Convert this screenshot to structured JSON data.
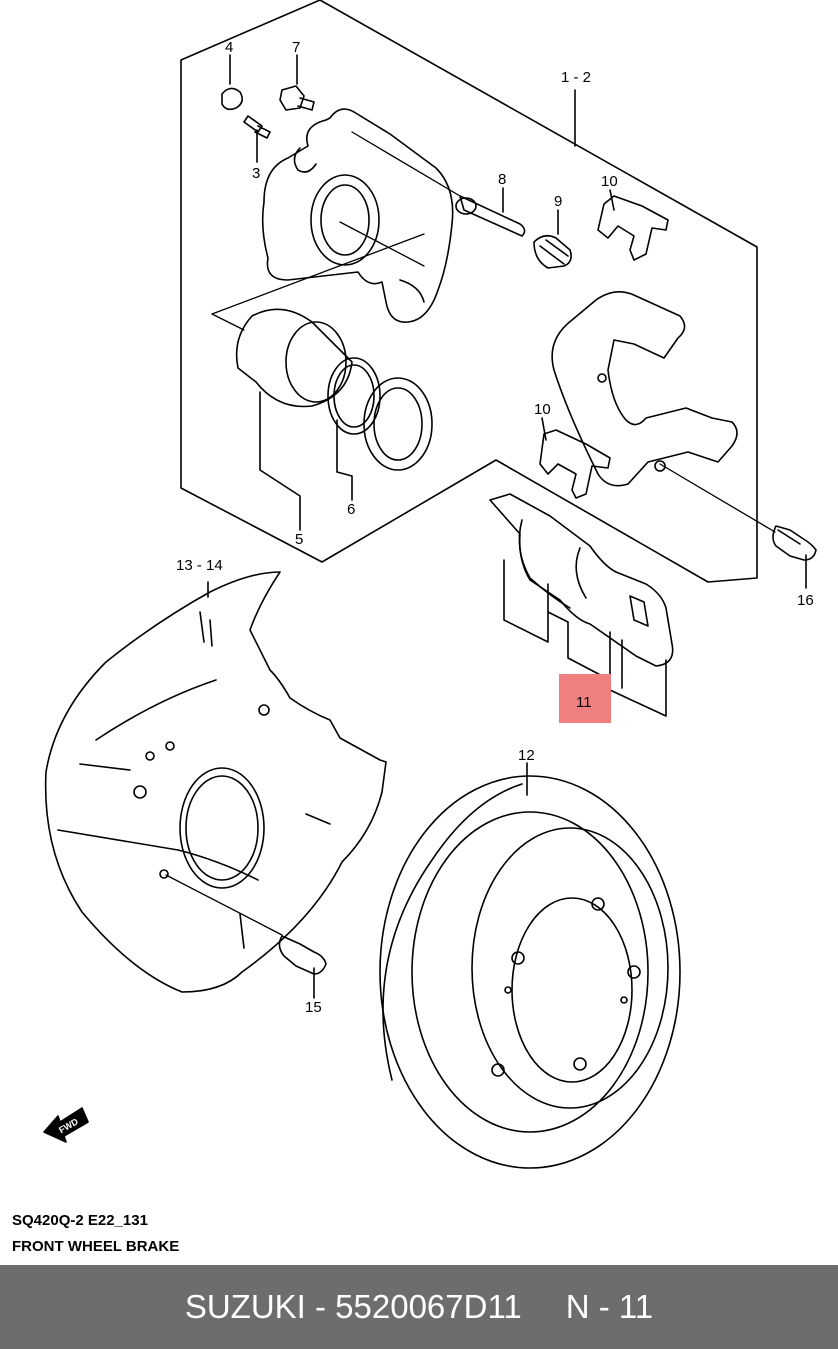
{
  "callouts": {
    "c1_2": "1 - 2",
    "c3": "3",
    "c4": "4",
    "c5": "5",
    "c6": "6",
    "c7": "7",
    "c8": "8",
    "c9": "9",
    "c10a": "10",
    "c10b": "10",
    "c11": "11",
    "c12": "12",
    "c13_14": "13 - 14",
    "c15": "15",
    "c16": "16"
  },
  "fwd_label": "FWD",
  "caption": {
    "code": "SQ420Q-2 E22_131",
    "title": "FRONT WHEEL BRAKE"
  },
  "footer": {
    "brand_part": "SUZUKI - 5520067D11",
    "ref": "N - 11"
  },
  "colors": {
    "highlight": "#f08080",
    "footer_bg": "#6d6d6d"
  }
}
